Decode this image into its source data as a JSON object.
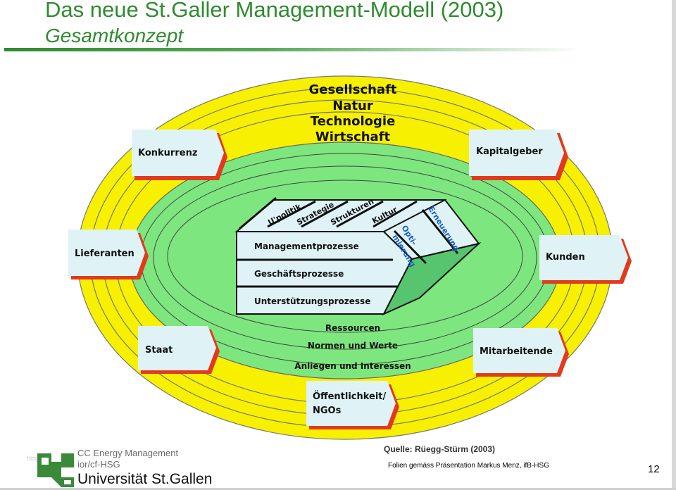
{
  "header": {
    "title": "Das neue St.Galler Management-Modell (2003)",
    "subtitle": "Gesamtkonzept"
  },
  "diagram": {
    "spheres": [
      "Gesellschaft",
      "Natur",
      "Technologie",
      "Wirtschaft"
    ],
    "stakeholders": {
      "konkurrenz": "Konkurrenz",
      "kapitalgeber": "Kapitalgeber",
      "lieferanten": "Lieferanten",
      "kunden": "Kunden",
      "staat": "Staat",
      "mitarbeitende": "Mitarbeitende",
      "oeffentlichkeit_1": "Öffentlichkeit/",
      "oeffentlichkeit_2": "NGOs"
    },
    "ordnungsmomente": [
      "U'politik",
      "Strategie",
      "Strukturen",
      "Kultur"
    ],
    "entwicklungsmodi": {
      "optimierung_1": "Opti-",
      "optimierung_2": "mierung",
      "erneuerung": "Erneuerung"
    },
    "prozesse": [
      "Managementprozesse",
      "Geschäftsprozesse",
      "Unterstützungsprozesse"
    ],
    "interaktionsthemen": [
      "Ressourcen",
      "Normen und Werte",
      "Anliegen und Interessen"
    ],
    "colors": {
      "outer_fill": "#f7f000",
      "inner_fill": "#7ee67e",
      "box_fill": "#dff3f6",
      "box_shadow": "#e23a1e",
      "accent_text": "#1a5fc8"
    }
  },
  "footer": {
    "ghost_text": "blog",
    "org_line1": "CC Energy Management",
    "org_line2": "ior/cf-HSG",
    "university": "Universität St.Gallen",
    "source": "Quelle: Rüegg-Stürm (2003)",
    "credits": "Folien gemäss Präsentation Markus Menz, ifB-HSG",
    "page_number": "12"
  }
}
